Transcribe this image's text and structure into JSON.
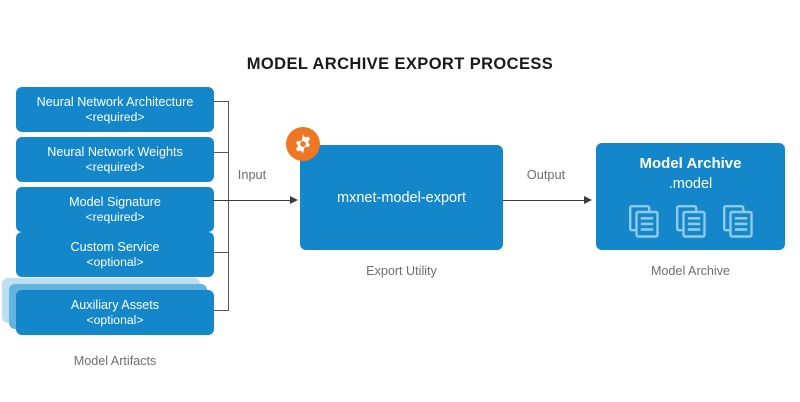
{
  "title": "MODEL ARCHIVE EXPORT PROCESS",
  "colors": {
    "box_blue": "#1387c9",
    "gear_orange": "#ef7622",
    "stack_light": "#bcdff1",
    "stack_mid": "#63b5e0",
    "caption_gray": "#6f6f6f",
    "line_gray": "#58585a",
    "title_black": "#1a1a1a",
    "icon_blue": "#8fcbe8"
  },
  "artifacts": {
    "caption": "Model Artifacts",
    "items": [
      {
        "name": "Neural Network Architecture",
        "requirement": "<required>"
      },
      {
        "name": "Neural Network Weights",
        "requirement": "<required>"
      },
      {
        "name": "Model Signature",
        "requirement": "<required>"
      },
      {
        "name": "Custom Service",
        "requirement": "<optional>"
      },
      {
        "name": "Auxiliary Assets",
        "requirement": "<optional>"
      }
    ]
  },
  "flow": {
    "input_label": "Input",
    "output_label": "Output"
  },
  "utility": {
    "label": "mxnet-model-export",
    "caption": "Export Utility",
    "badge_icon": "gear-icon"
  },
  "archive": {
    "title": "Model Archive",
    "extension": ".model",
    "caption": "Model Archive",
    "document_icons": [
      "document-stack-icon",
      "document-stack-icon",
      "document-stack-icon"
    ]
  }
}
